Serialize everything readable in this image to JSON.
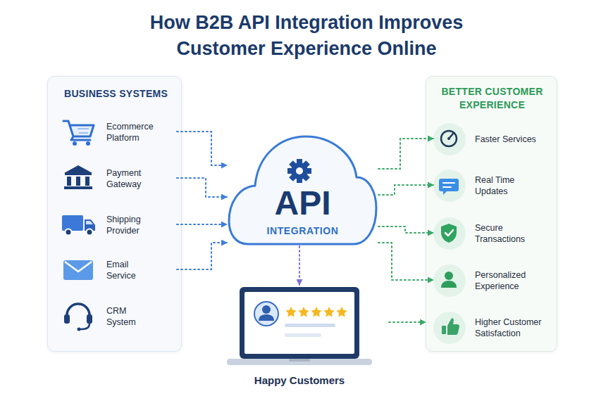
{
  "diagram": {
    "title": "How B2B API Integration Improves Customer Experience Online",
    "nodes": [
      {
        "text": [
          "BUSINESS SYSTEMS"
        ]
      },
      {
        "text": [
          "Ecommerce Platform"
        ],
        "in": 0
      },
      {
        "text": [
          "Payment Gateway"
        ],
        "in": 0
      },
      {
        "text": [
          "Shipping Provider"
        ],
        "in": 0
      },
      {
        "text": [
          "Email Service"
        ],
        "in": 0
      },
      {
        "text": [
          "CRM System"
        ],
        "in": 0
      },
      {
        "text": [
          "API",
          "INTEGRATION"
        ]
      },
      {
        "text": [
          "Happy Customers"
        ]
      },
      {
        "text": [
          "BETTER CUSTOMER EXPERIENCE"
        ]
      },
      {
        "text": [
          "Faster Services"
        ],
        "in": 8
      },
      {
        "text": [
          "Real Time Updates"
        ],
        "in": 8
      },
      {
        "text": [
          "Secure Transactions"
        ],
        "in": 8
      },
      {
        "text": [
          "Personalized Experience"
        ],
        "in": 8
      },
      {
        "text": [
          "Higher Customer Satisfaction"
        ],
        "in": 8
      }
    ],
    "edges": [
      {
        "from": 1,
        "to": 6,
        "arrow": "to"
      },
      {
        "from": 2,
        "to": 6,
        "arrow": "to"
      },
      {
        "from": 3,
        "to": 6,
        "arrow": "to"
      },
      {
        "from": 4,
        "to": 6,
        "arrow": "to"
      },
      {
        "from": 6,
        "to": 7,
        "arrow": "to"
      },
      {
        "from": 6,
        "to": 9,
        "arrow": "to"
      },
      {
        "from": 6,
        "to": 10,
        "arrow": "to"
      },
      {
        "from": 6,
        "to": 11,
        "arrow": "to"
      },
      {
        "from": 6,
        "to": 12,
        "arrow": "to"
      }
    ]
  }
}
